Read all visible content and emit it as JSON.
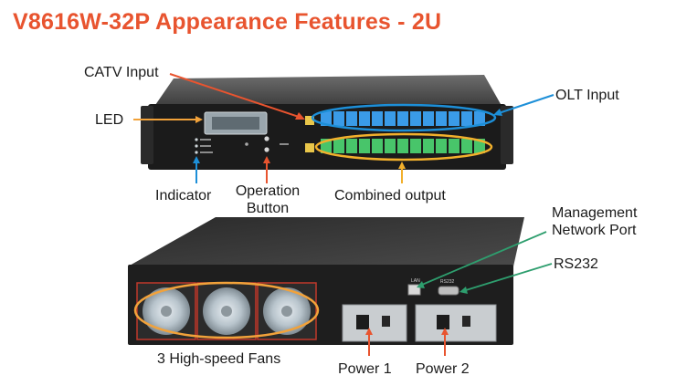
{
  "title": "V8616W-32P Appearance Features - 2U",
  "labels": {
    "catv_input": "CATV Input",
    "led": "LED",
    "olt_input": "OLT Input",
    "indicator": "Indicator",
    "operation_button_line1": "Operation",
    "operation_button_line2": "Button",
    "combined_output": "Combined output",
    "management_line1": "Management",
    "management_line2": "Network Port",
    "rs232": "RS232",
    "fans": "3 High-speed Fans",
    "power1": "Power 1",
    "power2": "Power 2"
  },
  "colors": {
    "title": "#e8542f",
    "catv_arrow": "#e8542f",
    "led_arrow": "#f2a23a",
    "olt_arrow": "#1d8fd8",
    "indicator_arrow": "#1d8fd8",
    "operation_arrow": "#e8542f",
    "combined_arrow": "#f2b02c",
    "management_arrow": "#2e9e6e",
    "rs232_arrow": "#2e9e6e",
    "fans_ring": "#f2a23a",
    "power_arrow": "#e8542f",
    "olt_ring": "#1d8fd8",
    "combined_ring": "#f2b02c",
    "adapter_blue": "#3a9be8",
    "adapter_green": "#48c56a",
    "fan_guard": "#c0392b"
  },
  "panel_marks": {
    "lan": "LAN",
    "rs232_mark": "RS232"
  }
}
